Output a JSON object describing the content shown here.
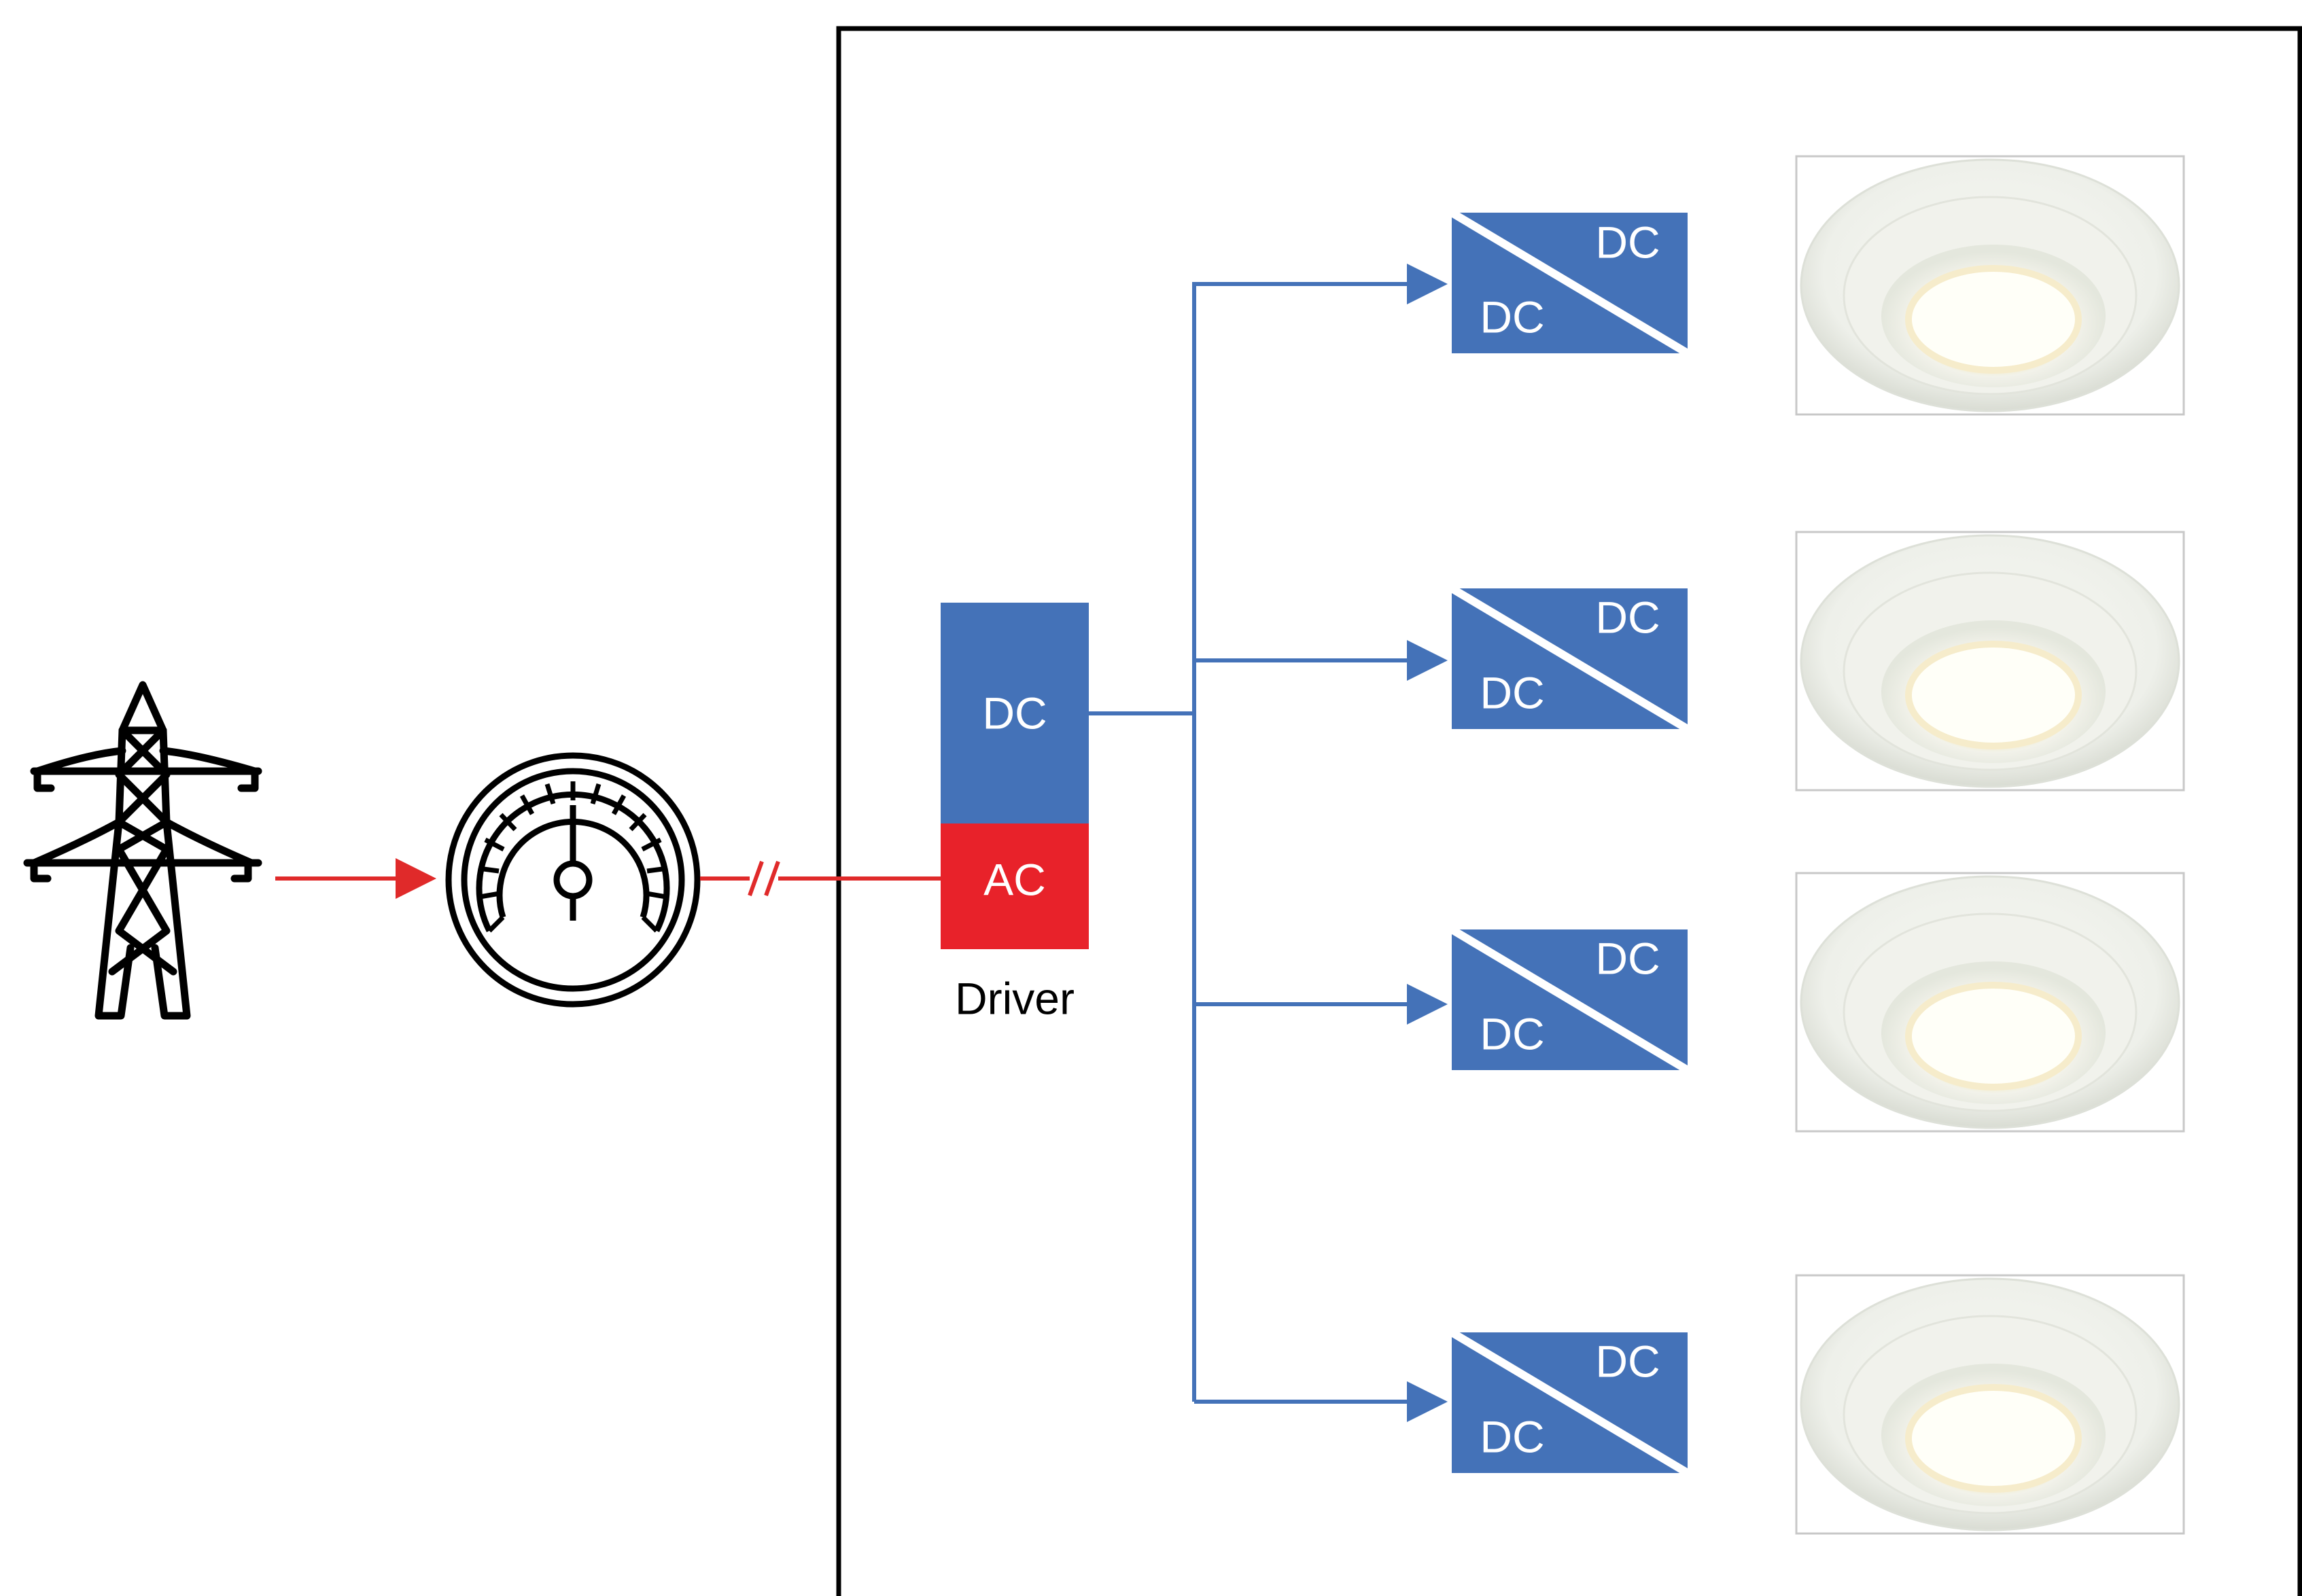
{
  "driver": {
    "top_label": "DC",
    "bottom_label": "AC",
    "caption": "Driver"
  },
  "converters": [
    {
      "input_label": "DC",
      "output_label": "DC"
    },
    {
      "input_label": "DC",
      "output_label": "DC"
    },
    {
      "input_label": "DC",
      "output_label": "DC"
    },
    {
      "input_label": "DC",
      "output_label": "DC"
    }
  ],
  "colors": {
    "dc_blue": "#4472b8",
    "ac_red": "#e8222a",
    "ac_line": "#e02a2a",
    "outline": "#000000"
  },
  "icons": {
    "grid": "transmission-tower-icon",
    "meter": "power-meter-icon",
    "lamp": "led-downlight-image"
  }
}
